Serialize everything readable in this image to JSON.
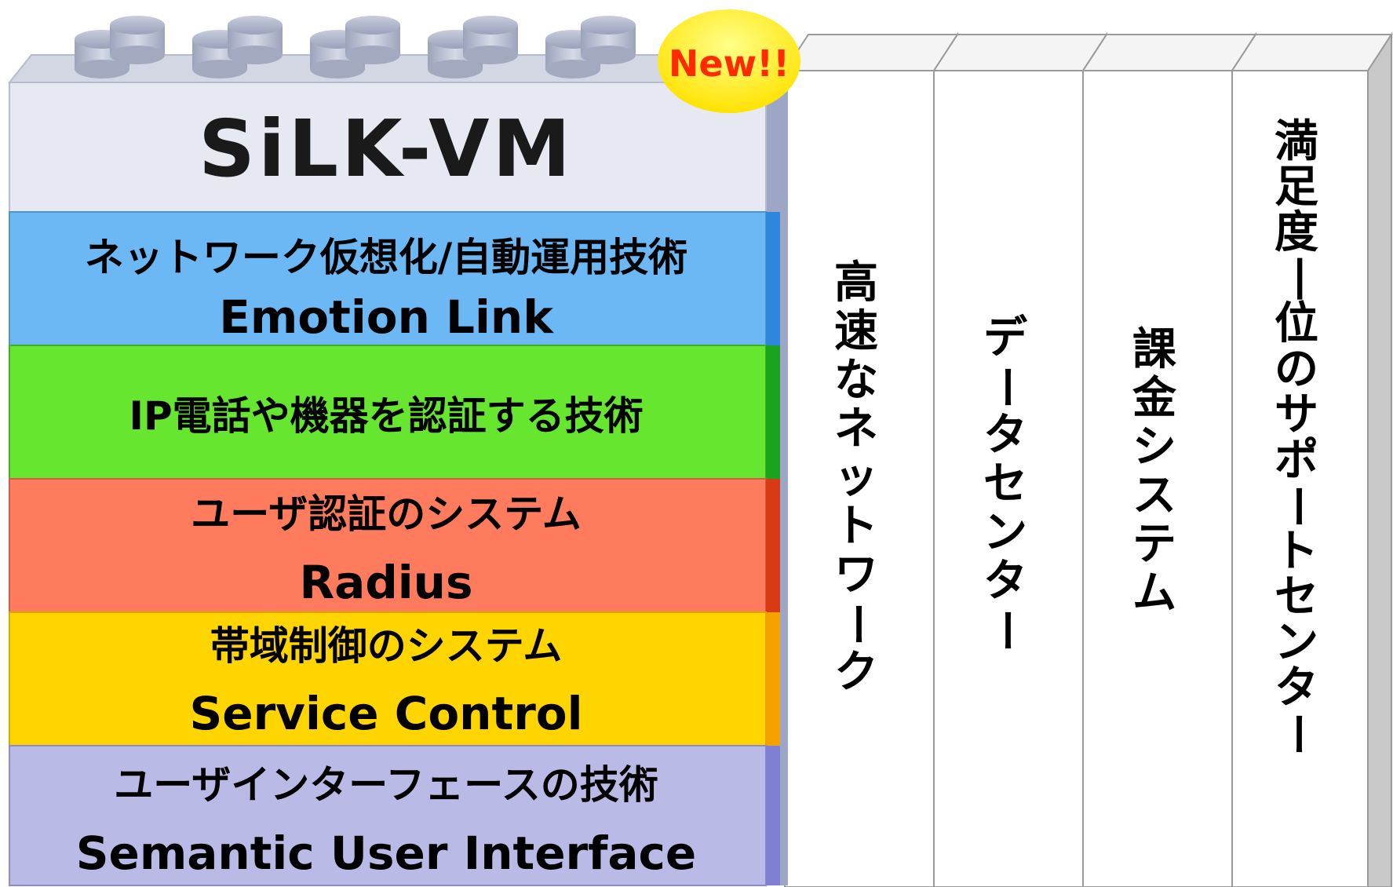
{
  "diagram": {
    "title": "SiLK-VM",
    "badge": "New!!",
    "layers": [
      {
        "line1": "ネットワーク仮想化/自動運用技術",
        "line2": "Emotion Link"
      },
      {
        "line1": "IP電話や機器を認証する技術",
        "line2": ""
      },
      {
        "line1": "ユーザ認証のシステム",
        "line2": "Radius"
      },
      {
        "line1": "帯域制御のシステム",
        "line2": "Service Control"
      },
      {
        "line1": "ユーザインターフェースの技術",
        "line2": "Semantic User Interface"
      }
    ],
    "pillars": [
      {
        "label": "高速なネットワーク"
      },
      {
        "label": "データセンター"
      },
      {
        "label": "課金システム"
      },
      {
        "label": "満足度一位のサポートセンター"
      }
    ]
  },
  "colors": {
    "layer1": "#6bb8f5",
    "layer2": "#66e62e",
    "layer3": "#ff7b5e",
    "layer4": "#ffd500",
    "layer5": "#babae6",
    "top_block": "#e6e9f1",
    "badge_fill": "#fff033",
    "badge_text": "#ff2a00"
  }
}
